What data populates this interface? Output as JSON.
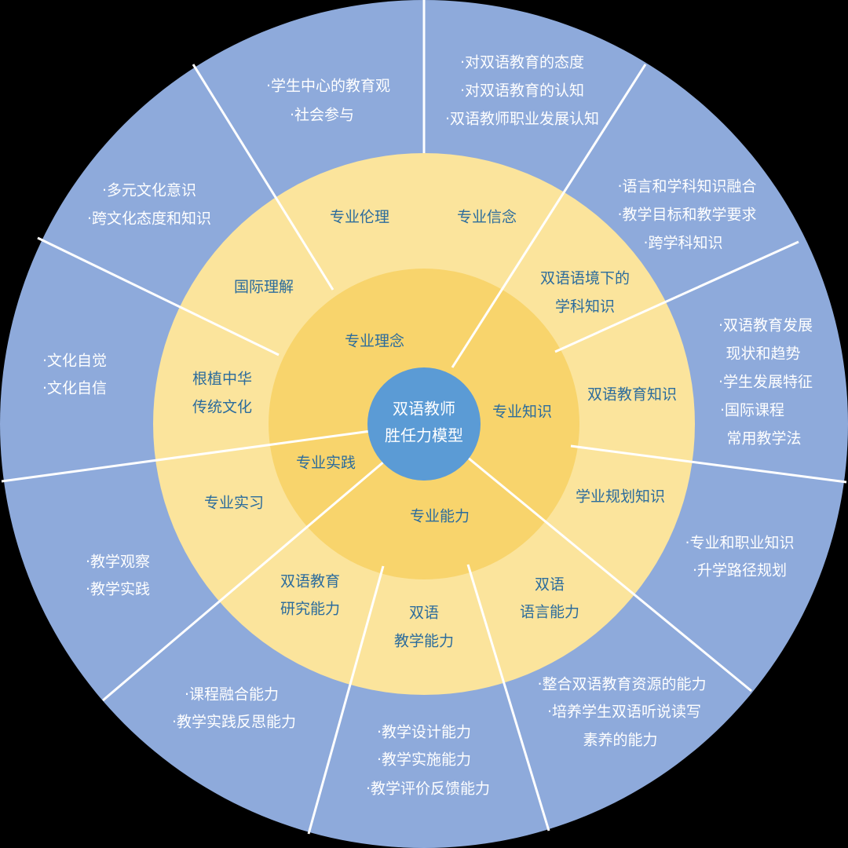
{
  "colors": {
    "outer_ring": "#8eaadb",
    "yellow_ring": "#fbe49c",
    "middle_ring": "#f8d46c",
    "center": "#5b9bd5",
    "label_text": "#2c6c9c"
  },
  "center": {
    "line1": "双语教师",
    "line2": "胜任力模型"
  },
  "dimensions": {
    "ideas": "专业理念",
    "knowledge": "专业知识",
    "practice": "专业实践",
    "ability": "专业能力"
  },
  "elements": {
    "ethics": "专业伦理",
    "belief": "专业信念",
    "intl": "国际理解",
    "subject1": "双语语境下的",
    "subject2": "学科知识",
    "culture1": "根植中华",
    "culture2": "传统文化",
    "edu_knowledge": "双语教育知识",
    "internship": "专业实习",
    "planning": "学业规划知识",
    "research1": "双语教育",
    "research2": "研究能力",
    "teaching1": "双语",
    "teaching2": "教学能力",
    "language1": "双语",
    "language2": "语言能力"
  },
  "indicators": {
    "ethics": [
      "·学生中心的教育观",
      "·社会参与"
    ],
    "belief": [
      "·对双语教育的态度",
      "·对双语教育的认知",
      "·双语教师职业发展认知"
    ],
    "intl": [
      "·多元文化意识",
      "·跨文化态度和知识"
    ],
    "subject": [
      "·语言和学科知识融合",
      "·教学目标和教学要求",
      "·跨学科知识"
    ],
    "culture": [
      "·文化自觉",
      "·文化自信"
    ],
    "edu_knowledge": [
      "·双语教育发展",
      "现状和趋势",
      "·学生发展特征",
      "·国际课程",
      "常用教学法"
    ],
    "internship": [
      "·教学观察",
      "·教学实践"
    ],
    "planning": [
      "·专业和职业知识",
      "·升学路径规划"
    ],
    "research": [
      "·课程融合能力",
      "·教学实践反思能力"
    ],
    "teaching": [
      "·教学设计能力",
      "·教学实施能力",
      "·教学评价反馈能力"
    ],
    "language": [
      "·整合双语教育资源的能力",
      "·培养学生双语听说读写",
      "素养的能力"
    ]
  }
}
